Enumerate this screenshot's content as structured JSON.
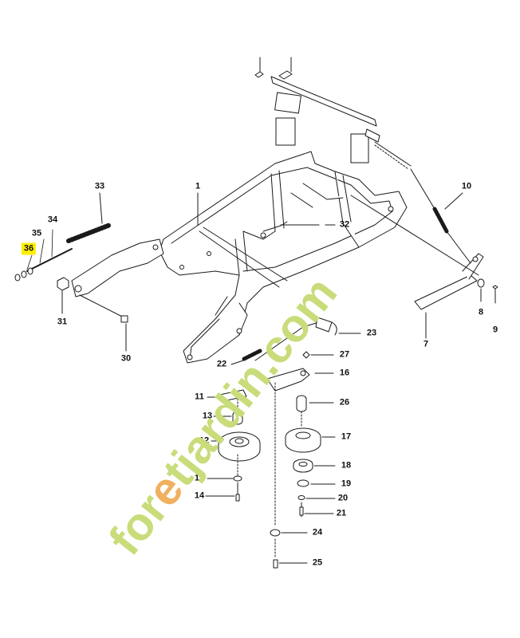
{
  "callouts": [
    {
      "num": "1",
      "highlight": false
    },
    {
      "num": "7",
      "highlight": false
    },
    {
      "num": "8",
      "highlight": false
    },
    {
      "num": "9",
      "highlight": false
    },
    {
      "num": "10",
      "highlight": false
    },
    {
      "num": "11",
      "highlight": false
    },
    {
      "num": "12",
      "highlight": false
    },
    {
      "num": "13",
      "highlight": false
    },
    {
      "num": "14",
      "highlight": false
    },
    {
      "num": "15",
      "highlight": false
    },
    {
      "num": "16",
      "highlight": false
    },
    {
      "num": "17",
      "highlight": false
    },
    {
      "num": "18",
      "highlight": false
    },
    {
      "num": "19",
      "highlight": false
    },
    {
      "num": "20",
      "highlight": false
    },
    {
      "num": "21",
      "highlight": false
    },
    {
      "num": "22",
      "highlight": false
    },
    {
      "num": "23",
      "highlight": false
    },
    {
      "num": "24",
      "highlight": false
    },
    {
      "num": "25",
      "highlight": false
    },
    {
      "num": "26",
      "highlight": false
    },
    {
      "num": "27",
      "highlight": false
    },
    {
      "num": "30",
      "highlight": false
    },
    {
      "num": "31",
      "highlight": false
    },
    {
      "num": "32",
      "highlight": false
    },
    {
      "num": "33",
      "highlight": false
    },
    {
      "num": "34",
      "highlight": false
    },
    {
      "num": "35",
      "highlight": false
    },
    {
      "num": "36",
      "highlight": true
    }
  ],
  "watermark": {
    "text_green_1": "for",
    "text_orange": "e",
    "text_green_2": "tjardin.com",
    "color_green": "#c8dc7a",
    "color_orange": "#f0b060"
  },
  "colors": {
    "highlight": "#ffee00",
    "line": "#1a1a1a"
  }
}
